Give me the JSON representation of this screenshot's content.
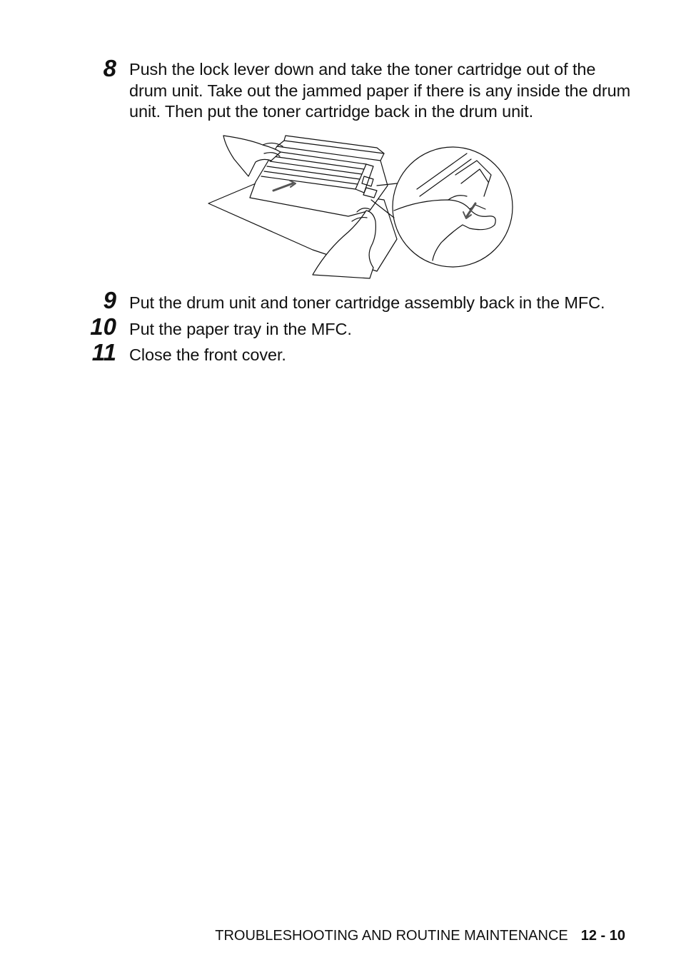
{
  "steps": [
    {
      "number": "8",
      "text": "Push the lock lever down and take the toner cartridge out of the drum unit. Take out the jammed paper if there is any inside the drum unit. Then put the toner cartridge back in the drum unit."
    },
    {
      "number": "9",
      "text": "Put the drum unit and toner cartridge assembly back in the MFC."
    },
    {
      "number": "10",
      "text": "Put the paper tray in the MFC."
    },
    {
      "number": "11",
      "text": "Close the front cover."
    }
  ],
  "footer": {
    "section": "TROUBLESHOOTING AND ROUTINE MAINTENANCE",
    "page": "12 - 10"
  }
}
